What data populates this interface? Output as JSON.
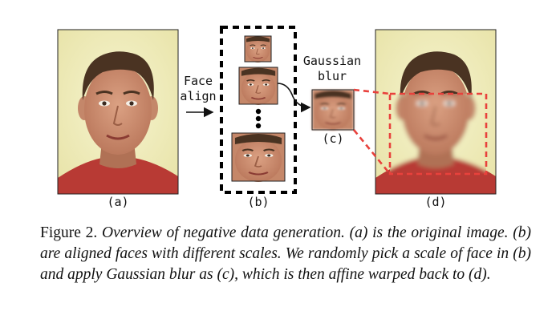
{
  "labels": {
    "a": "(a)",
    "b": "(b)",
    "c": "(c)",
    "d": "(d)",
    "face_align_line1": "Face",
    "face_align_line2": "align",
    "gaussian_line1": "Gaussian",
    "gaussian_line2": "blur"
  },
  "caption": {
    "prefix": "Figure 2.",
    "text": "Overview of negative data generation. (a) is the original image. (b) are aligned faces with different scales. We randomly pick a scale of face in (b) and apply Gaussian blur as (c), which is then affine warped back to (d)."
  },
  "colors": {
    "dashed_box": "#000000",
    "warp_lines": "#e8413c",
    "background": "#f1f0c0",
    "skin": "#c98c6a",
    "hair": "#4a3322",
    "shirt": "#b83a34"
  }
}
